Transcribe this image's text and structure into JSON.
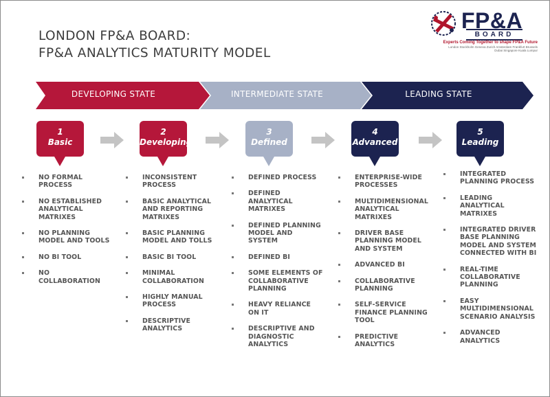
{
  "title": {
    "line1": "LONDON FP&A BOARD:",
    "line2": "FP&A ANALYTICS  MATURITY MODEL"
  },
  "logo": {
    "main": "FP&A",
    "sub": "BOARD",
    "tagline": "Experts Coming Together to shape FP&A Future",
    "cities1": "London Stockholm Geneva Zurich Amsterdam Frankfurt Brussels",
    "cities2": "Dubai Singapore Kuala Lumpur"
  },
  "colors": {
    "developing": "#b5173a",
    "intermediate": "#a7b1c6",
    "leading": "#1c2350",
    "arrow": "#c4c4c4"
  },
  "states": [
    {
      "label": "DEVELOPING STATE"
    },
    {
      "label": "INTERMEDIATE STATE"
    },
    {
      "label": "LEADING STATE"
    }
  ],
  "stages": [
    {
      "number": "1",
      "name": "Basic",
      "items": [
        "NO FORMAL PROCESS",
        "NO ESTABLISHED ANALYTICAL MATRIXES",
        "NO PLANNING MODEL AND TOOLS",
        "NO BI TOOL",
        "NO COLLABORATION"
      ]
    },
    {
      "number": "2",
      "name": "Developing",
      "items": [
        "INCONSISTENT PROCESS",
        "BASIC ANALYTICAL AND REPORTING MATRIXES",
        "BASIC PLANNING MODEL AND TOLLS",
        "BASIC BI TOOL",
        "MINIMAL COLLABORATION",
        "HIGHLY MANUAL PROCESS",
        "DESCRIPTIVE ANALYTICS"
      ]
    },
    {
      "number": "3",
      "name": "Defined",
      "items": [
        "DEFINED  PROCESS",
        "DEFINED ANALYTICAL MATRIXES",
        "DEFINED PLANNING MODEL AND SYSTEM",
        "DEFINED  BI",
        "SOME ELEMENTS OF COLLABORATIVE PLANNING",
        "HEAVY RELIANCE ON IT",
        "DESCRIPTIVE AND DIAGNOSTIC ANALYTICS"
      ]
    },
    {
      "number": "4",
      "name": "Advanced",
      "items": [
        "ENTERPRISE-WIDE PROCESSES",
        "MULTIDIMENSIONAL ANALYTICAL MATRIXES",
        "DRIVER BASE PLANNING MODEL AND SYSTEM",
        "ADVANCED  BI",
        "COLLABORATIVE PLANNING",
        "SELF-SERVICE FINANCE PLANNING TOOL",
        "PREDICTIVE ANALYTICS"
      ]
    },
    {
      "number": "5",
      "name": "Leading",
      "items": [
        "INTEGRATED PLANNING PROCESS",
        "LEADING ANALYTICAL MATRIXES",
        "INTEGRATED DRIVER BASE PLANNING MODEL AND SYSTEM CONNECTED WITH BI",
        "REAL-TIME COLLABORATIVE PLANNING",
        "EASY MULTIDIMENSIONAL SCENARIO ANALYSIS",
        "ADVANCED ANALYTICS"
      ]
    }
  ]
}
